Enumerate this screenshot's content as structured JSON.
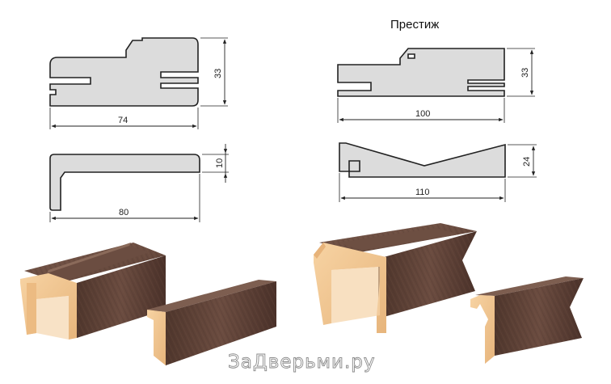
{
  "title": "Престиж",
  "watermark": "ЗаДверьми.ру",
  "dimensions": {
    "box_left_height": "33",
    "box_left_width": "74",
    "trim_left_height": "10",
    "trim_left_width": "80",
    "box_right_height": "33",
    "box_right_width": "100",
    "trim_right_height": "24",
    "trim_right_width": "110"
  },
  "colors": {
    "profile_fill": "#dcdcdc",
    "profile_stroke": "#222222",
    "wood": "#5a3e33",
    "wood_light": "#7a5a4c",
    "core": "#f0c48e"
  }
}
